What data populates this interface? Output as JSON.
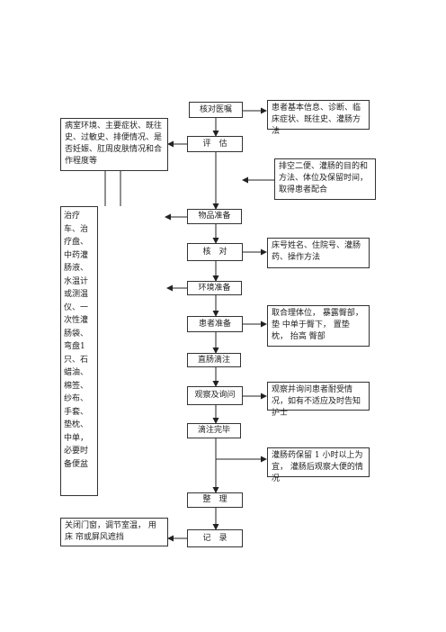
{
  "steps": {
    "s1": "核对医嘱",
    "s2": "评　估",
    "s3": "物品准备",
    "s4": "核　对",
    "s5": "环境准备",
    "s6": "患者准备",
    "s7": "直肠滴注",
    "s8": "观察及询问",
    "s9": "滴注完毕",
    "s10": "整　理",
    "s11": "记　录"
  },
  "notes": {
    "n1": "患者基本信息、诊断、临床症状、既往史、灌肠方法",
    "n2": "病室环境、主要症状、既往史、过敏史、排便情况、是 否妊娠、肛周皮肤情况和合 作程度等",
    "n3": "排空二便、灌肠的目的和方法、体位及保留时间， 取得患者配合",
    "n4": "治疗车、治疗盘、中药灌肠液、水温计或测温仪、一次性灌肠袋、弯盘1只、石蜡油、棉签、纱布、手套、垫枕、中单，必要时备便盆",
    "n5": "床号姓名、住院号、灌肠药、操作方法",
    "n6": "取合理体位， 暴露臀部， 垫 中单于臀下， 置垫枕， 抬高 臀部",
    "n7": "观察并询问患者耐受情况，如有不适应及时告知护士",
    "n8": "灌肠药保留 1 小时以上为宜， 灌肠后观察大便的情况",
    "n9": "关闭门窗，调节室温， 用床 帘或屏风遮挡"
  }
}
